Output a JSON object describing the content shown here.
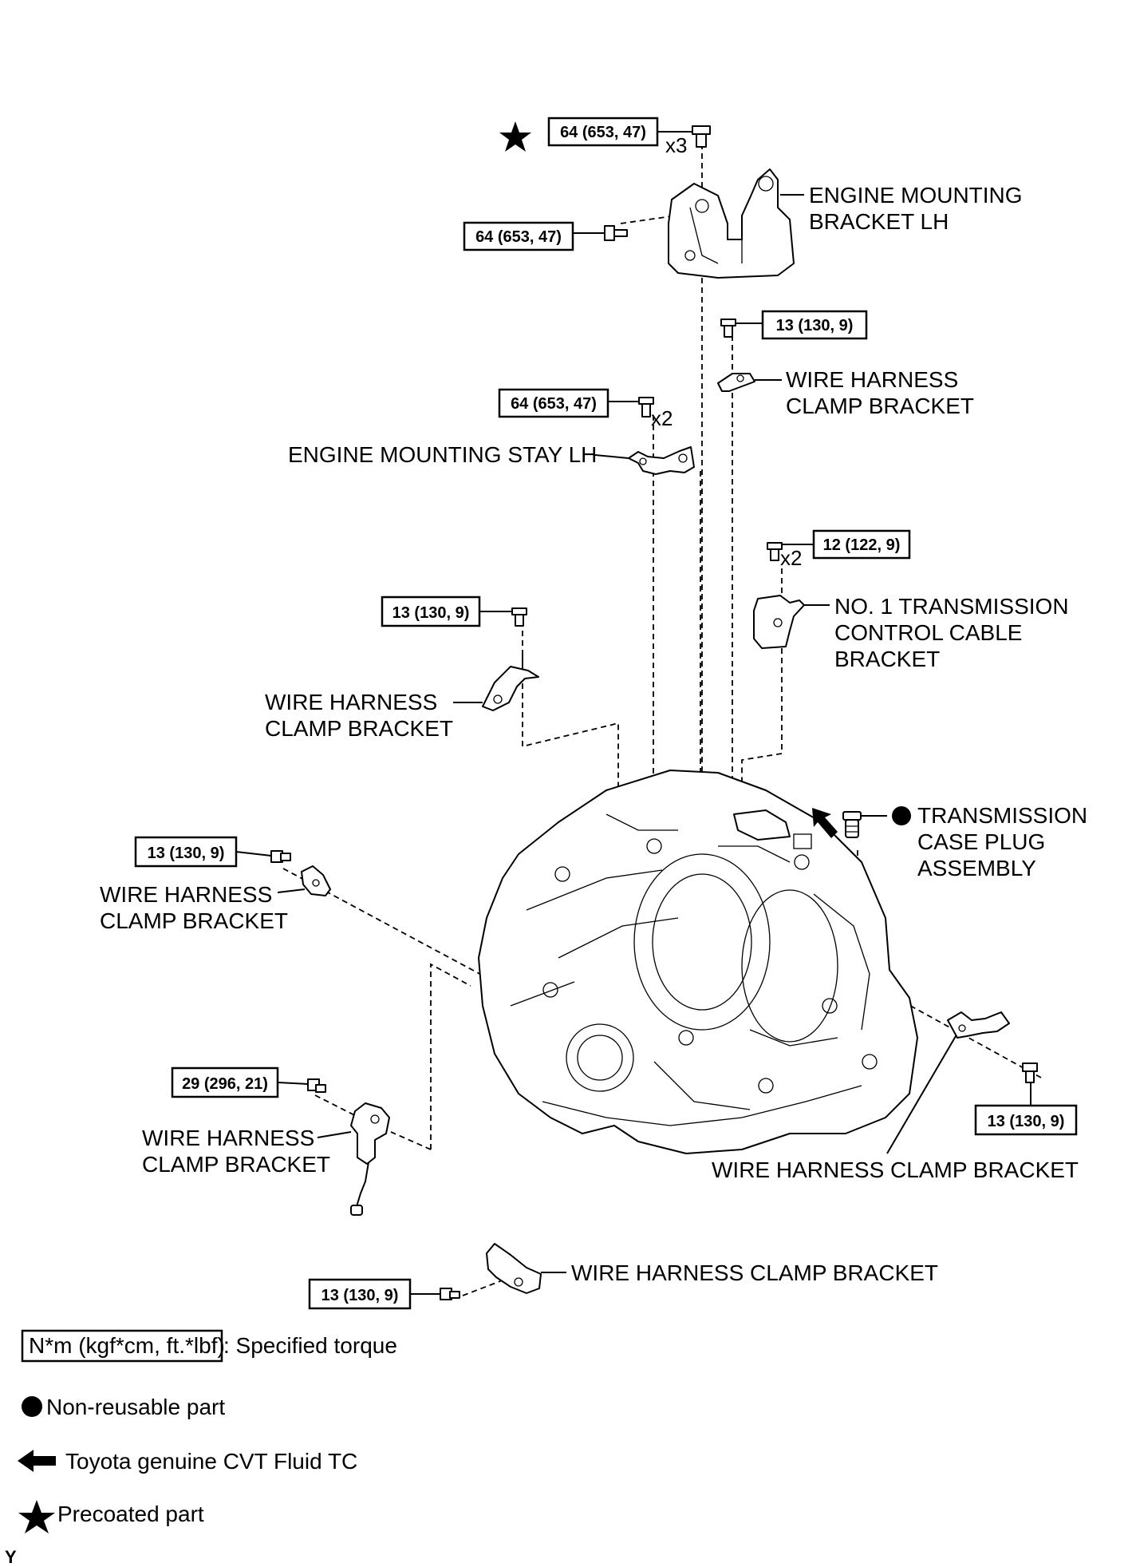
{
  "torque_values": {
    "top_bolt": "64 (653, 47)",
    "bracket_side_bolt": "64 (653, 47)",
    "stay_bolt": "64 (653, 47)",
    "upper_clamp_bolt": "13 (130, 9)",
    "cable_bracket_bolt": "12 (122, 9)",
    "left_clamp_bolt": "13 (130, 9)",
    "left_side_clamp_bolt": "13 (130, 9)",
    "lower_left_clamp_bolt": "29 (296, 21)",
    "right_clamp_bolt": "13 (130, 9)",
    "bottom_clamp_bolt": "13 (130, 9)"
  },
  "quantities": {
    "top_bolt": "x3",
    "stay_bolt": "x2",
    "cable_bracket_bolt": "x2"
  },
  "labels": {
    "engine_mounting_bracket_l1": "ENGINE MOUNTING",
    "engine_mounting_bracket_l2": "BRACKET LH",
    "wh_clamp_upper_l1": "WIRE HARNESS",
    "wh_clamp_upper_l2": "CLAMP BRACKET",
    "engine_mounting_stay": "ENGINE MOUNTING STAY LH",
    "cable_bracket_l1": "NO. 1 TRANSMISSION",
    "cable_bracket_l2": "CONTROL CABLE",
    "cable_bracket_l3": "BRACKET",
    "wh_clamp_mid_l1": "WIRE HARNESS",
    "wh_clamp_mid_l2": "CLAMP BRACKET",
    "case_plug_l1": "TRANSMISSION",
    "case_plug_l2": "CASE PLUG",
    "case_plug_l3": "ASSEMBLY",
    "wh_clamp_left_l1": "WIRE HARNESS",
    "wh_clamp_left_l2": "CLAMP BRACKET",
    "wh_clamp_lower_l1": "WIRE HARNESS",
    "wh_clamp_lower_l2": "CLAMP BRACKET",
    "wh_clamp_right": "WIRE HARNESS CLAMP BRACKET",
    "wh_clamp_bottom": "WIRE HARNESS CLAMP BRACKET"
  },
  "legend": {
    "torque_box": "N*m (kgf*cm, ft.*lbf)",
    "torque_text": ": Specified torque",
    "non_reusable": "Non-reusable part",
    "fluid": "Toyota genuine CVT Fluid TC",
    "precoated": "Precoated part"
  },
  "corner_mark": "Y",
  "icons": {
    "non_reusable": "filled-circle-icon",
    "fluid": "arrow-left-icon",
    "precoated": "star-icon"
  }
}
